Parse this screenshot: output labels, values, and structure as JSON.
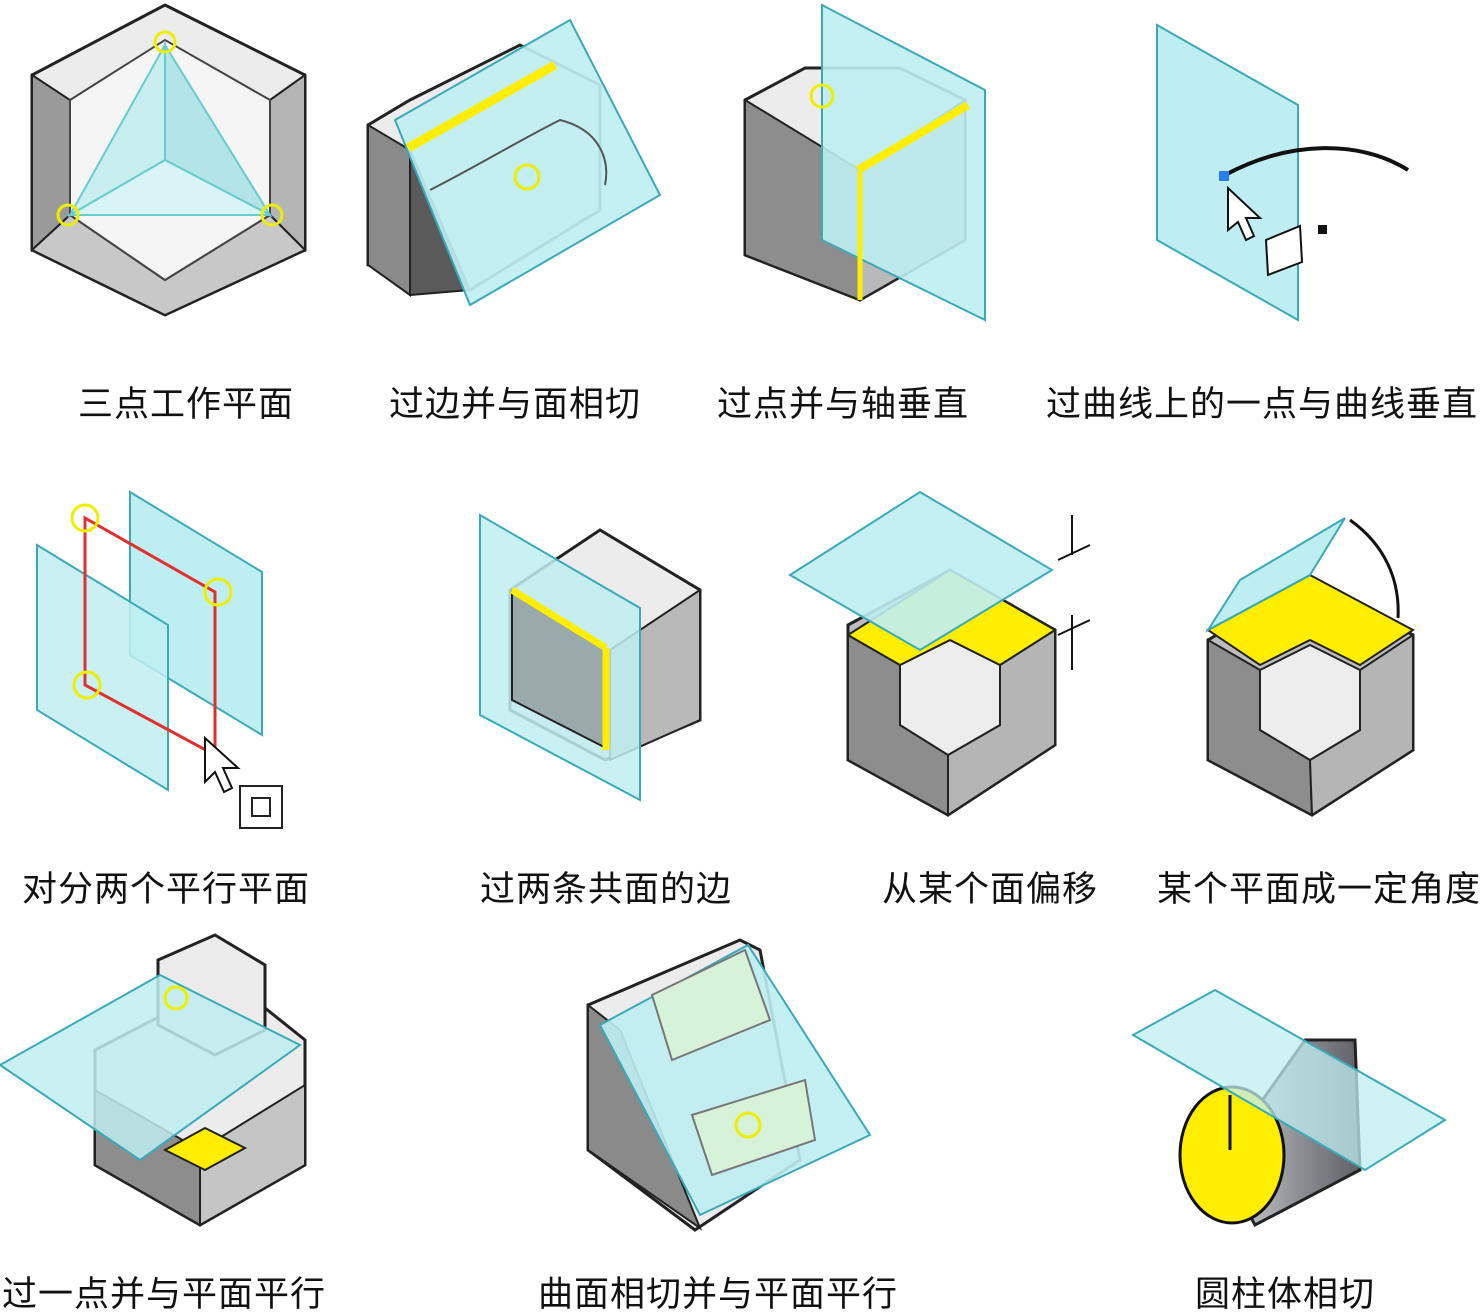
{
  "captions": [
    "三点工作平面",
    "过边并与面相切",
    "过点并与轴垂直",
    "过曲线上的一点与曲线垂直",
    "对分两个平行平面",
    "过两条共面的边",
    "从某个面偏移",
    "某个平面成一定角度",
    "过一点并与平面平行",
    "曲面相切并与平面平行",
    "圆柱体相切"
  ],
  "colors": {
    "plane_fill": "#bfeef2",
    "plane_stroke": "#3aa9b8",
    "highlight": "#ffee00",
    "solid_dark": "#8a8a8a",
    "solid_mid": "#b9b9b9",
    "solid_light": "#ececec",
    "selection": "#e03030"
  }
}
